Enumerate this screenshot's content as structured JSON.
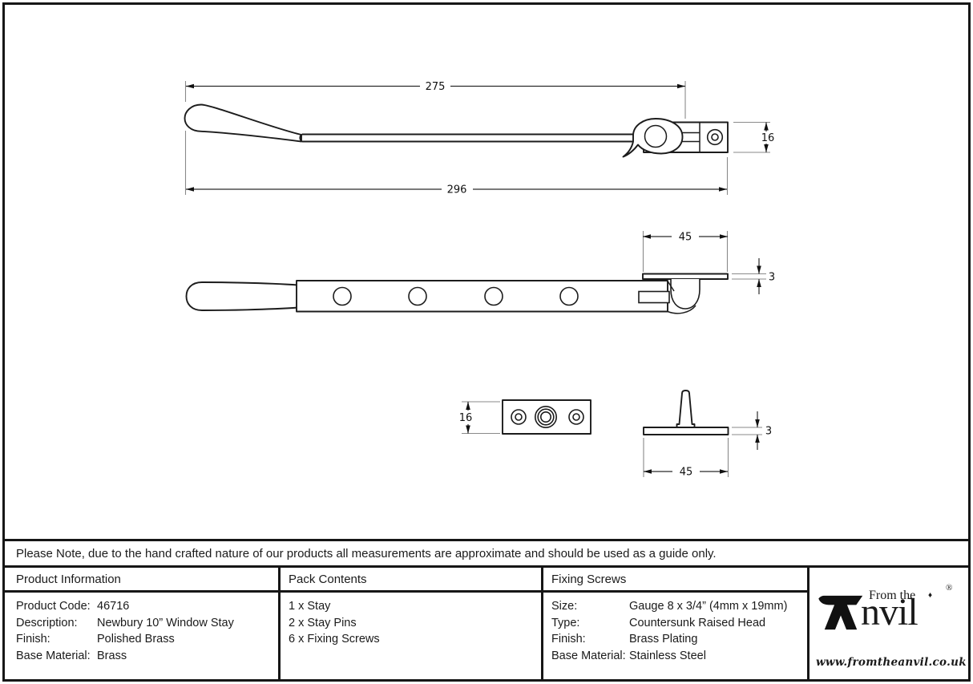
{
  "note": {
    "text": "Please Note, due to the hand crafted nature of our products all measurements are approximate and should be used as a guide only."
  },
  "drawing": {
    "side_view": {
      "pivot_length": "275",
      "overall_length": "296",
      "end_bracket_height": "16"
    },
    "plan_view": {
      "pin_plate_width": "45",
      "pin_plate_thickness": "3"
    },
    "keep_plate_view": {
      "plate_height": "16"
    },
    "stay_pin_view": {
      "base_width": "45",
      "base_thickness": "3"
    }
  },
  "table": {
    "product_information": {
      "header": "Product Information",
      "rows": [
        {
          "label": "Product Code:",
          "value": "46716"
        },
        {
          "label": "Description:",
          "value": "Newbury 10” Window Stay"
        },
        {
          "label": "Finish:",
          "value": "Polished Brass"
        },
        {
          "label": "Base Material:",
          "value": "Brass"
        }
      ]
    },
    "pack_contents": {
      "header": "Pack Contents",
      "items": [
        "1 x Stay",
        "2 x Stay Pins",
        "6 x Fixing Screws"
      ]
    },
    "fixing_screws": {
      "header": "Fixing Screws",
      "rows": [
        {
          "label": "Size:",
          "value": "Gauge 8 x 3/4” (4mm x 19mm)"
        },
        {
          "label": "Type:",
          "value": "Countersunk Raised Head"
        },
        {
          "label": "Finish:",
          "value": "Brass Plating"
        },
        {
          "label": "Base Material:",
          "value": "Stainless Steel"
        }
      ]
    }
  },
  "logo": {
    "tagline": "From the",
    "brand_suffix": "nvil",
    "registered_mark": "®",
    "diamond_glyph": "♦",
    "website": "www.fromtheanvil.co.uk"
  }
}
